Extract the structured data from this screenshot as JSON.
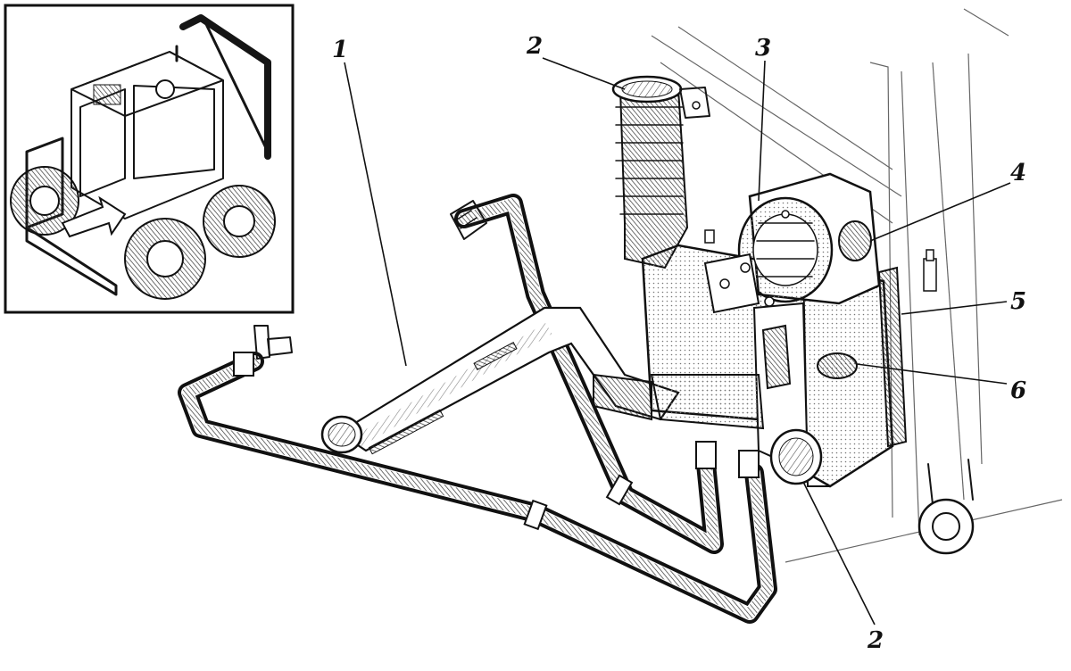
{
  "diagram": {
    "callouts": [
      {
        "id": "c1",
        "text": "1"
      },
      {
        "id": "c2a",
        "text": "2"
      },
      {
        "id": "c3",
        "text": "3"
      },
      {
        "id": "c4",
        "text": "4"
      },
      {
        "id": "c5",
        "text": "5"
      },
      {
        "id": "c6",
        "text": "6"
      },
      {
        "id": "c2b",
        "text": "2"
      }
    ]
  },
  "colors": {
    "ink": "#151515",
    "paper": "#ffffff",
    "hatch": "#555555"
  }
}
